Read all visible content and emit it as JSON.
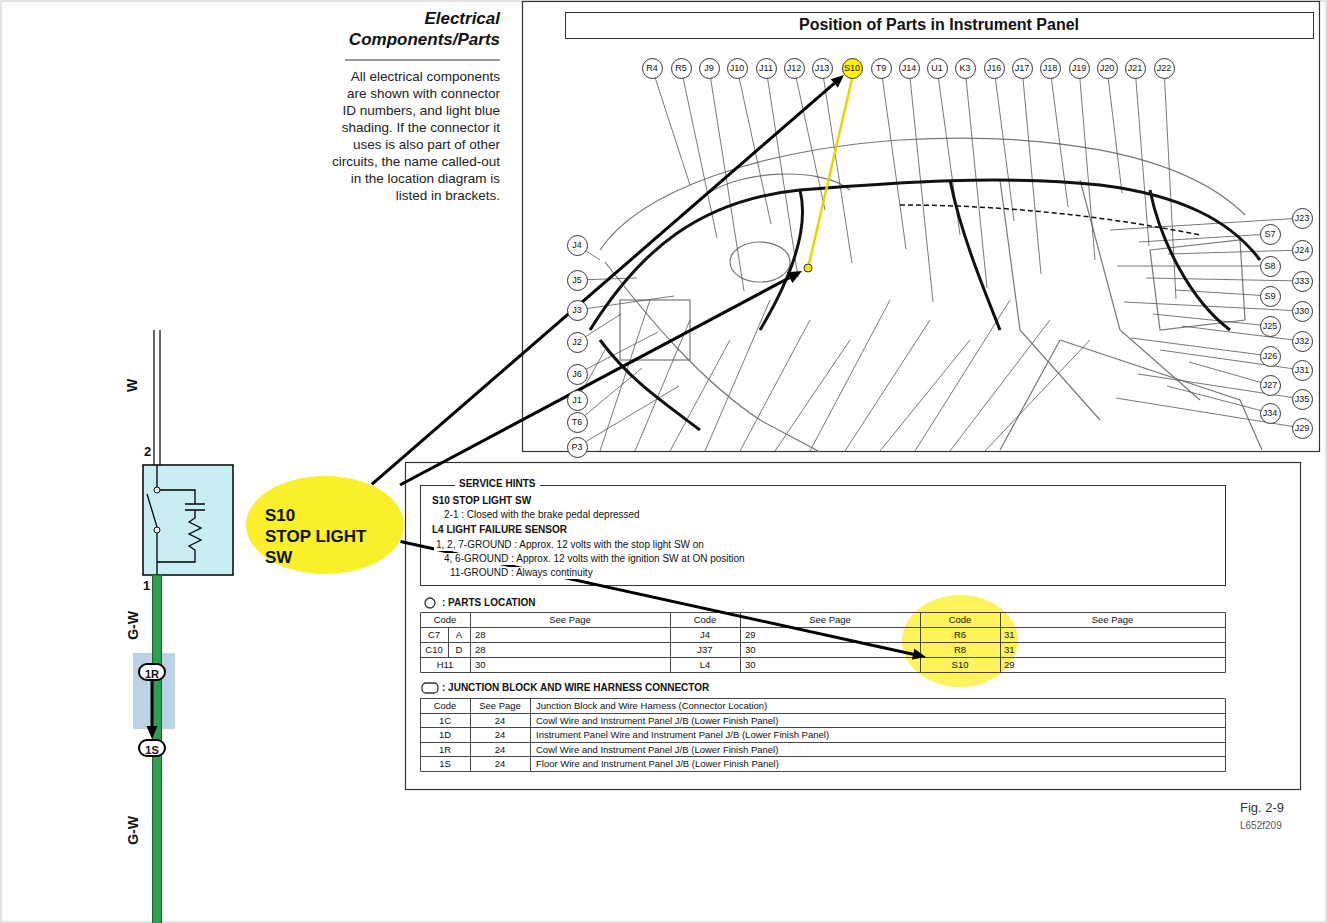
{
  "diagram": {
    "title": "Electrical Components/Parts",
    "caption": "Fig. 2-9",
    "nodes": [
      {
        "text": [
          "Position of Parts in Instrument Panel"
        ]
      },
      {
        "text": [
          "R4"
        ],
        "in": 0
      },
      {
        "text": [
          "R5"
        ],
        "in": 0
      },
      {
        "text": [
          "J9"
        ],
        "in": 0
      },
      {
        "text": [
          "J10"
        ],
        "in": 0
      },
      {
        "text": [
          "J11"
        ],
        "in": 0
      },
      {
        "text": [
          "J12"
        ],
        "in": 0
      },
      {
        "text": [
          "J13"
        ],
        "in": 0
      },
      {
        "text": [
          "S10"
        ],
        "in": 0
      },
      {
        "text": [
          "T9"
        ],
        "in": 0
      },
      {
        "text": [
          "J14"
        ],
        "in": 0
      },
      {
        "text": [
          "U1"
        ],
        "in": 0
      },
      {
        "text": [
          "K3"
        ],
        "in": 0
      },
      {
        "text": [
          "J16"
        ],
        "in": 0
      },
      {
        "text": [
          "J17"
        ],
        "in": 0
      },
      {
        "text": [
          "J18"
        ],
        "in": 0
      },
      {
        "text": [
          "J19"
        ],
        "in": 0
      },
      {
        "text": [
          "J20"
        ],
        "in": 0
      },
      {
        "text": [
          "J21"
        ],
        "in": 0
      },
      {
        "text": [
          "J22"
        ],
        "in": 0
      },
      {
        "text": [
          "J4"
        ],
        "in": 0
      },
      {
        "text": [
          "J5"
        ],
        "in": 0
      },
      {
        "text": [
          "J3"
        ],
        "in": 0
      },
      {
        "text": [
          "J2"
        ],
        "in": 0
      },
      {
        "text": [
          "J6"
        ],
        "in": 0
      },
      {
        "text": [
          "J1"
        ],
        "in": 0
      },
      {
        "text": [
          "T6"
        ],
        "in": 0
      },
      {
        "text": [
          "P3"
        ],
        "in": 0
      },
      {
        "text": [
          "J23"
        ],
        "in": 0
      },
      {
        "text": [
          "S7"
        ],
        "in": 0
      },
      {
        "text": [
          "J24"
        ],
        "in": 0
      },
      {
        "text": [
          "S8"
        ],
        "in": 0
      },
      {
        "text": [
          "J33"
        ],
        "in": 0
      },
      {
        "text": [
          "S9"
        ],
        "in": 0
      },
      {
        "text": [
          "J30"
        ],
        "in": 0
      },
      {
        "text": [
          "J25"
        ],
        "in": 0
      },
      {
        "text": [
          "J32"
        ],
        "in": 0
      },
      {
        "text": [
          "J26"
        ],
        "in": 0
      },
      {
        "text": [
          "J31"
        ],
        "in": 0
      },
      {
        "text": [
          "J27"
        ],
        "in": 0
      },
      {
        "text": [
          "J35"
        ],
        "in": 0
      },
      {
        "text": [
          "J34"
        ],
        "in": 0
      },
      {
        "text": [
          "J29"
        ],
        "in": 0
      },
      {
        "text": [
          "S10",
          "STOP LIGHT SW"
        ]
      },
      {
        "text": [
          "1R"
        ]
      },
      {
        "text": [
          "1S"
        ]
      },
      {
        "text": [
          "SERVICE HINTS",
          "S10 STOP LIGHT SW",
          "2-1 : Closed with the brake pedal depressed",
          "L4 LIGHT FAILURE SENSOR",
          "1, 2, 7-GROUND : Approx. 12 volts with the stop light SW on",
          "4, 6-GROUND : Approx. 12 volts with the ignition SW at ON position",
          "11-GROUND : Always continuity"
        ]
      },
      {
        "text": [
          "S10"
        ]
      }
    ],
    "edges": [
      {
        "from": 43,
        "to": 8,
        "arrow": "to"
      },
      {
        "from": 43,
        "to": 47,
        "arrow": "to"
      },
      {
        "from": 44,
        "to": 45,
        "arrow": "to"
      }
    ],
    "labels": [
      "All electrical components are shown with connector ID numbers, and light blue shading. If the connector it uses is also part of other circuits, the name called-out in the location diagram is listed in brackets.",
      "W",
      "2",
      "1",
      "G-W",
      "G-W",
      ": PARTS LOCATION",
      "Code",
      "See Page",
      "Code",
      "See Page",
      "Code",
      "See Page",
      "C7",
      "A",
      "28",
      "J4",
      "29",
      "R6",
      "31",
      "C10",
      "D",
      "28",
      "J37",
      "30",
      "R8",
      "31",
      "H11",
      "30",
      "L4",
      "30",
      "29",
      ": JUNCTION BLOCK AND WIRE HARNESS CONNECTOR",
      "Code",
      "See Page",
      "Junction Block and Wire Harness (Connector Location)",
      "1C",
      "24",
      "Cowl Wire and Instrument Panel J/B (Lower Finish Panel)",
      "1D",
      "24",
      "Instrument Panel Wire and Instrument Panel J/B (Lower Finish Panel)",
      "1R",
      "24",
      "Cowl Wire and Instrument Panel J/B (Lower Finish Panel)",
      "1S",
      "24",
      "Floor Wire and Instrument Panel J/B (Lower Finish Panel)",
      "L652f209"
    ]
  }
}
